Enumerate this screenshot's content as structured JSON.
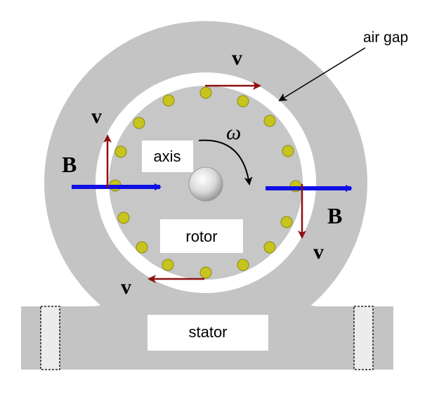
{
  "labels": {
    "air_gap": "air gap",
    "axis": "axis",
    "rotor": "rotor",
    "stator": "stator",
    "omega": "ω",
    "b_left": "B",
    "b_right": "B",
    "v_top": "v",
    "v_left": "v",
    "v_right": "v",
    "v_bottom": "v"
  },
  "colors": {
    "stator": "#c4c4c4",
    "rotor": "#c7c7c7",
    "air_gap": "#ffffff",
    "conductor": "#c8c41e",
    "b_arrow": "#1010e6",
    "v_arrow": "#8c1010",
    "label_box": "#ffffff"
  },
  "icons": [
    "shaft-icon",
    "rotation-arrow-icon"
  ]
}
